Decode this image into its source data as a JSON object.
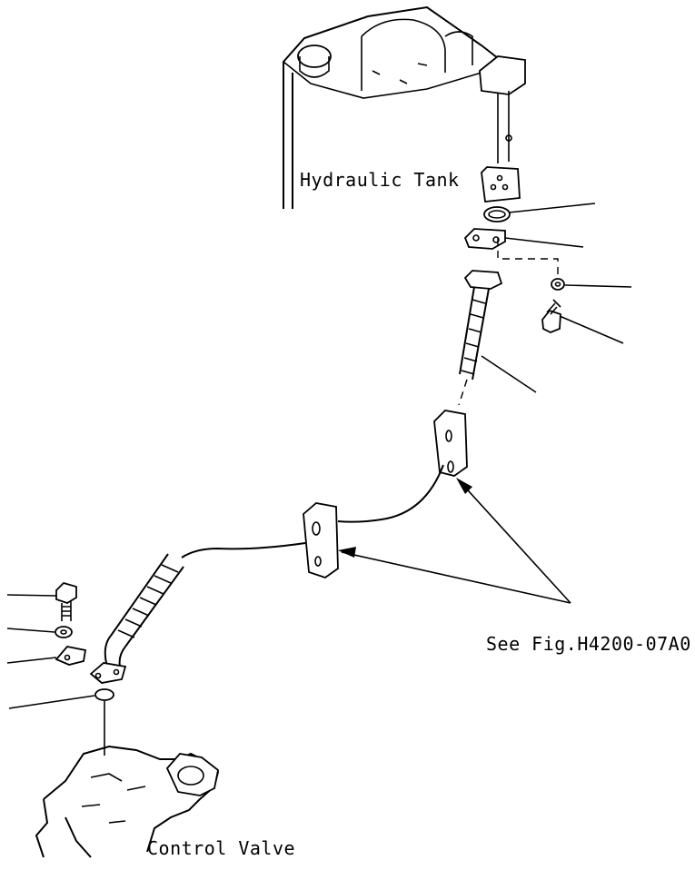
{
  "labels": {
    "tank": "Hydraulic Tank",
    "reference": "See Fig.H4200-07A0",
    "valve": "Control Valve"
  }
}
